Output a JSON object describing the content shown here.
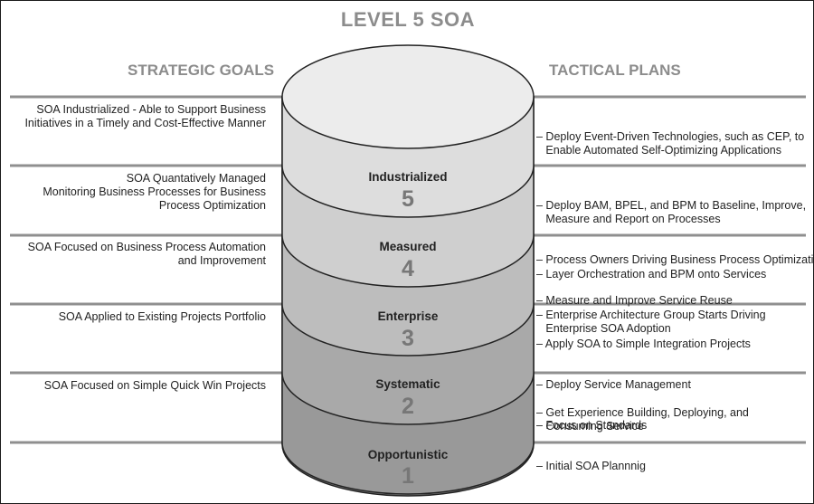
{
  "title": "LEVEL 5 SOA",
  "headers": {
    "left": "STRATEGIC GOALS",
    "right": "TACTICAL PLANS"
  },
  "levels": [
    {
      "name": "Industrialized",
      "number": "5",
      "goal": "SOA Industrialized - Able to Support Business\nInitiatives in a Timely and Cost-Effective Manner",
      "plans": [
        "Deploy Event-Driven Technologies, such as CEP, to\n   Enable Automated Self-Optimizing Applications"
      ]
    },
    {
      "name": "Measured",
      "number": "4",
      "goal": "SOA Quantatively Managed\nMonitoring Business Processes for Business\nProcess Optimization",
      "plans": [
        "Deploy BAM, BPEL, and BPM to Baseline, Improve,\n   Measure and Report on Processes",
        "Process Owners Driving Business Process Optimization",
        "Measure and Improve Service Reuse"
      ]
    },
    {
      "name": "Enterprise",
      "number": "3",
      "goal": "SOA Focused on Business Process Automation\nand Improvement",
      "plans": [
        "Layer Orchestration and BPM onto Services",
        "Enterprise Architecture Group Starts Driving\n   Enterprise SOA Adoption"
      ]
    },
    {
      "name": "Systematic",
      "number": "2",
      "goal": "SOA Applied to Existing Projects Portfolio",
      "plans": [
        "Apply SOA to Simple Integration Projects",
        "Deploy Service Management",
        "Focus on Standards",
        "Initial SOA Plannnig"
      ]
    },
    {
      "name": "Opportunistic",
      "number": "1",
      "goal": "SOA Focused on Simple Quick Win Projects",
      "plans": [
        "Get Experience Building, Deploying, and\n   Consuming Service"
      ]
    }
  ],
  "colors": {
    "top_ellipse": "#ececec",
    "band_top_section": "#dddddd",
    "band_5": "#cfcfcf",
    "band_4": "#bdbdbd",
    "band_3": "#a9a9a9",
    "band_2": "#999999",
    "band_1": "#8d8d8d",
    "divider_line": "#8f8f8f"
  }
}
